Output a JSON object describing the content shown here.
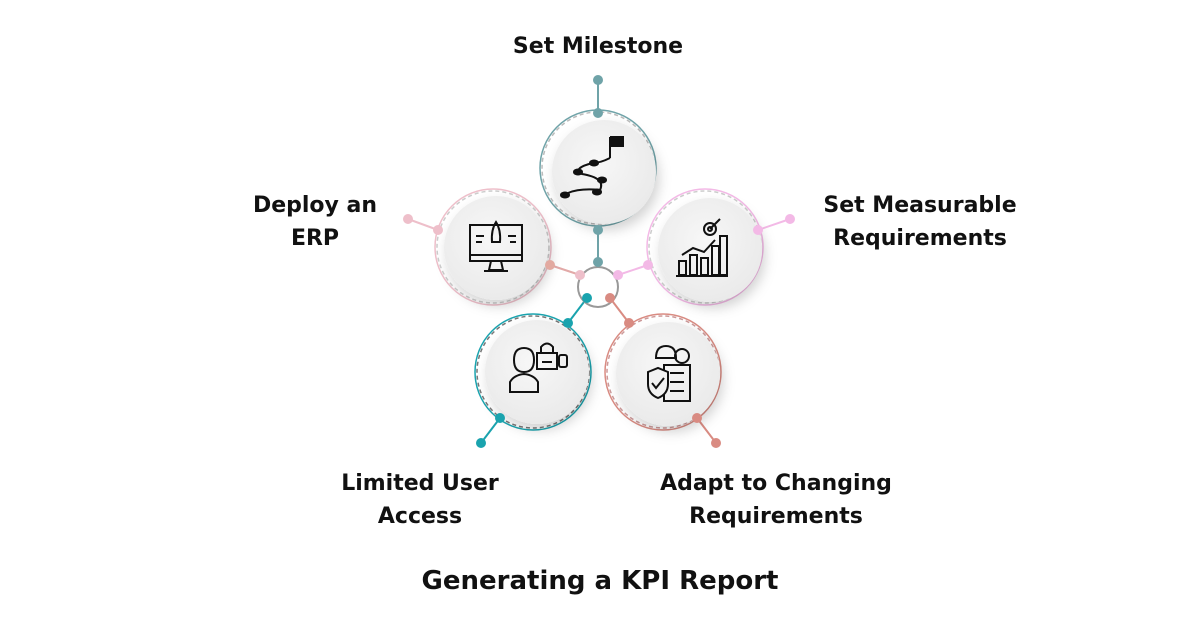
{
  "title": "Generating a KPI Report",
  "steps": [
    {
      "label": "Set Milestone",
      "icon": "milestone-flag-path-icon",
      "color": "#6fa3a8"
    },
    {
      "label": "Set Measurable Requirements",
      "line1": "Set Measurable",
      "line2": "Requirements",
      "icon": "target-bar-chart-icon",
      "color": "#f3b9e6"
    },
    {
      "label": "Adapt to Changing Requirements",
      "line1": "Adapt to Changing",
      "line2": "Requirements",
      "icon": "worker-checklist-shield-icon",
      "color": "#d98b82"
    },
    {
      "label": "Limited User Access",
      "line1": "Limited User",
      "line2": "Access",
      "icon": "user-lock-key-icon",
      "color": "#1aa3ae"
    },
    {
      "label": "Deploy an ERP",
      "line1": "Deploy an",
      "line2": "ERP",
      "icon": "monitor-rocket-icon",
      "color": "#eebfca"
    }
  ]
}
